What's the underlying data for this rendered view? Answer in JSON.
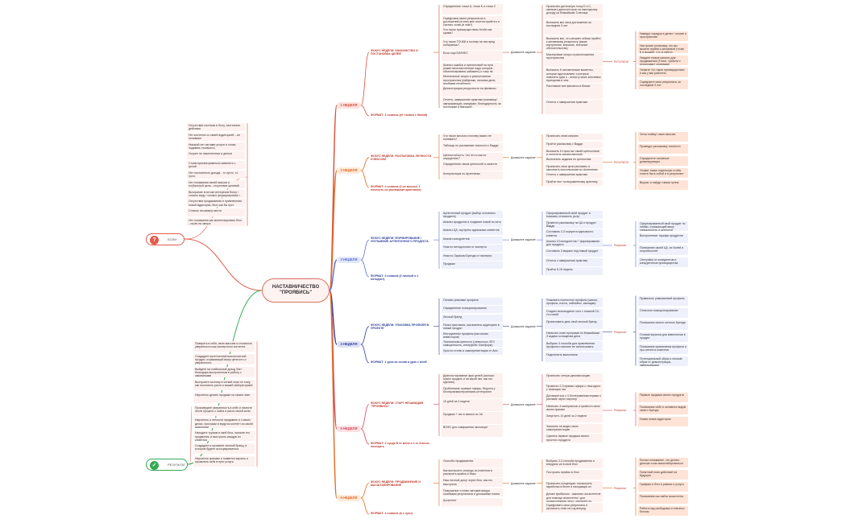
{
  "title": "НАСТАВНИЧЕСТВО \"ПРОЯВИСЬ\"",
  "colors": {
    "red": "#d94f3a",
    "orange": "#e06a1f",
    "blue": "#5a70d6",
    "darkblue": "#333fa0",
    "pink": "#d84a5a",
    "green": "#35a853"
  },
  "pain": {
    "label": "БОЛИ",
    "icon": "question-icon",
    "items": [
      "Отсутствие системы в быту, хаотичные действия",
      "Нет контента со своей аудиторией – не понимают",
      "Никакой нет заглави услуги и стоим подавать стоимость",
      "Скорее не накопленные и деньги",
      "Стоим присматриваться заменить с ценой",
      "Нет постоянного дохода - то пусто, то густо",
      "Нет понимания своей миссии и глобальной цели - отсутствие целевой действий",
      "Выгорание в потоке интересов блогу / сложно веду / сложно формулировать / неконцентрацию",
      "Отсутствие продвижения и привлечения новой аудитории, блог как бы пуст",
      "Сложно на камеру места",
      "Нет понимания как монетизировать блог - страх на запуск"
    ]
  },
  "result": {
    "label": "РЕЗУЛЬТАТ",
    "icon": "check-icon",
    "items": [
      "Поверить в себя, свою миссию и стоимость уверенности как экспертного контента",
      "Создадите аутентичный высокочистый продукт, отражающий вашу ценность и уверенность",
      "Выйдете на стабильный доход 30к+ благодаря выстроенным в работу с заказчиками",
      "Выстроите систему в четкий план по тому, как постоянно расти и вашей лабораторией",
      "Научитесь делать продажи на своем чеке",
      "Произведите уверенность в себе и начните нести процесс с сайта и расти своей силы",
      "Научитесь и легкости продавать и о своих делах, програми и ведутся контент из своей аудитории",
      "Находите туриам в свой блог, начните его продвигать и выстроить каждую из клиентов",
      "Создадите и проявите личный бренд, в котором будете ассоциироваться",
      "Научитесь красиво и появится звучать и проявлять себя в пути услуги"
    ]
  },
  "weeks": [
    {
      "label": "1 НЕДЕЛЯ",
      "color": "red",
      "focus": "ФОКУС НЕДЕЛИ: ЗНАКОМСТВО И ПОСТАНОВКА ЦЕЛЕЙ",
      "items": [
        "Определение точки А, точки Б и точки С",
        "Оцифровка своих результатов и достижений (в чем) мне хочется прийти к и считать точек (в чем?)",
        "Что такое преимуществать Ктобе как сумма?",
        "Что такое ТОЧКИ и почему на них вред побираешь?",
        "Блок ощи БИЗНЕС",
        "Анализ ошибок и препятствий на пути (какие многочисленные надо которые, объектизированы избавить) к тому не удалось прийти в точку Б",
        "Ментальные опоры и расположение пространства (лайфхаки, начиная дела, пробудив лечебного)",
        "Демонстрация ресурсности на финансы",
        "Отчеты, завершение практики (маникюр/завтракающих, мануфакт, благодарность за поступкам и будущее)"
      ],
      "hw_label": "Домашнее задание",
      "hw": [
        "Прописать детальную точку Б и С, записать деньги/сторон за ежегодному доходу за ближайшие 3 месяца",
        "Выписать все свои достижения за последние 5 лет",
        "Выписать все, что мешает сейчас прийти к желаемому результату (какие внутренние, внешние, внешние обстоятельства)",
        "Мастеровые опоры и расположения пространства",
        "Выписать 5 человеческие моменты, которые вдохновляют и которые помогать идти к - непосту моих ключевых принципов в чем",
        "Расставьте все финансы в ближе",
        "Отчеты о завершения практики"
      ],
      "res_label": "РЕЗУЛЬТАТ",
      "res": [
        "Наведут порядок в делах / голове и пространстве",
        "Настроите установку, что вы можете прийти к желаемой (точке Б и вышей), что и работу",
        "Увидите новые каналы для продвижения (Точки, «работа с ресурсами» уровнями)",
        "Узнаете «то такое преимущества» и как у вас работать",
        "Оцифруете свои результаты за последние 5 лет"
      ],
      "format": "ФОРМАТ: 2 созвона (в+ созвон с Ниной)"
    },
    {
      "label": "2 НЕДЕЛЯ",
      "color": "orange",
      "focus": "ФОКУС НЕДЕЛИ: РАСПАКОВКА ЛИЧНОСТИ И МИССИИ",
      "items": [
        "Что такое миссия и почему важно ее понимать?",
        "Таблицы по распаковке личности с Вадди",
        "Ценность/ность. Что это и как их определить?",
        "Определение своих ценностей и качеств",
        "Консультация по Архетипам"
      ],
      "hw_label": "Домашнее задание",
      "hw": [
        "Прописать свою миссию",
        "Пройти распаковку с Вадди",
        "Выписать 10 простых своей ценностями и отпустить дружественной",
        "Выполнить задания по ценностям",
        "Прописать свои цели рекламно и заполнить консультацию по Архетипам",
        "Отчеты о завершения практики",
        "Пройти тест по выраженному архетипу"
      ],
      "res_label": "РЕЗУЛЬТАТ",
      "res": [
        "Четко поймут свою миссию",
        "Проведут распаковку личности",
        "Определите основные доминирующих",
        "Узнают также отдельную чтобы хотите быть собой и в результате",
        "Выучат и найдут своим путем"
      ],
      "format": "ФОРМАТ: 4 созвона (2 по миссии, 1 личность по распаковке архетипов)"
    },
    {
      "label": "3 НЕДЕЛЯ",
      "color": "blue",
      "focus": "ФОКУС НЕДЕЛИ: ФОРМИРОВАНИЕ / УЛУЧШЕНИЕ АУТЕНТИЧНОГО ПРОДУКТА",
      "items": [
        "Аутентичный продукт (выбор основного продукта)",
        "Анализ продуктов и создание новой по сети",
        "Анализ ЦА, портреты идеальных клиентов",
        "Анализ конкурентов",
        "Упак по методологии от эксперта",
        "Упак по Окрасам Бренда от эксперта",
        "Продажи"
      ],
      "hw_label": "Домашнее задание",
      "hw": [
        "Сформированный свой продукт и показать стоимость услуг",
        "Провести распаковку на ЦА и продукт Вадди",
        "Составить 2-3 портрета идеального клиента",
        "Анализ 10 конкурентов + формирование для продукта",
        "Составить 3 ведомо под новый продукт",
        "Отчеты о завершения практики",
        "Пройти 5-15 недели"
      ],
      "res_label": "Результат",
      "res": [
        "Сформированный свой продукт по любви, отражающий вашу уникальность и ценности",
        "Выстроенные тарифы продуктов",
        "Понимание своей ЦА, их болей и потребностей",
        "Отстройка от конкурентов и конкурентные преимущества"
      ],
      "format": "ФОРМАТ: 3 созвона (2 личный и 1 методист)"
    },
    {
      "label": "4 НЕДЕЛЯ",
      "color": "darkblue",
      "focus": "ФОКУС НЕДЕЛИ: УПАКОВКА ПРОФИЛЯ В ПРОЕКТЕ",
      "items": [
        "Основы упаковки профиля",
        "Определение позиционирования",
        "Личный бренд",
        "Поиск пригласия, как вовлечь аудиторию в новый продукт",
        "Инструменты профиля (как искать инвесторов)",
        "Техническая ценность (гиперссыл, ВТЗ самоценность, интерфейс платформ)",
        "Урок по стилю и самопрезентации от Ани"
      ],
      "hw_label": "Домашнее задание",
      "hw": [
        "Упаковать полностью профиль (шапка, профиль, посты, хайлайты, закладки)",
        "Создать высокодатое хост с поиской 10-ти статей",
        "Прописывать дать свой личный бренд",
        "Написать план программ по ближайшим 3 задачи оснащения дела",
        "Выбрать 3 способа для привлечения профиля и миссию ее использовать",
        "Подключить выполнили"
      ],
      "res_label": "Результат",
      "res": [
        "Правильно упакованный профиль",
        "Отличное позиционирование",
        "Понимание своего личного бренда",
        "Готовая воронка для вовлечения в продукт",
        "Понимание применения профиля и про агента в клиентов",
        "Потенциальный образ и личный образ от демонстрации, завершающем"
      ],
      "format": "ФОРМАТ: 1 урок по основ и урок с Аней"
    },
    {
      "label": "5 НЕДЕЛЯ",
      "color": "pink",
      "focus": "ФОКУС НЕДЕЛИ: СТАРТ НЕЗАВИДИМ \"ПРОЯВИСЬ\"",
      "items": [
        "Диагностирование фри целей (сколько нужно продать и на какой чек, как это сделать)",
        "Проблемина: прямые эфиры, берутся у блогеров/мастеров/мини-интегрален",
        "10 дней за 4 недели",
        "Продажи + чек в записи по ЗА",
        "ВОФС для совершения эксплицит"
      ],
      "hw_label": "Домашнее задание",
      "hw": [
        "Прописать четкую декомпозицию",
        "Провести 2-3 прямых эфира о «выгодно» с помощью экс",
        "Договориться с 3 блогерами/мастерами о рекламе через партнер",
        "Написать 4 материалов и провести свою жизнь прямые",
        "Запустить 10 дней за 2 недели",
        "Записать на видео свою самопрезентацию",
        "Сделать первые продажи своего простого продукта"
      ],
      "res_label": "Результат",
      "res": [
        "Первые продажи своего продукта",
        "Понимание себе и основных видов своего бренда",
        "Новая новая аудитория"
      ],
      "format": "ФОРМАТ: 2 сунда В от меня и 1 от Ангеля посещать"
    },
    {
      "label": "6 НЕДЕЛЯ",
      "color": "orange",
      "focus": "ФОКУС НЕДЕЛИ: ПРОДВИЖЕНИЕ И МАСШТАБИРОВАНИЕ",
      "items": [
        "Способы продвижения",
        "Как выстроить очередь из клиентов в расписать прайса и базы",
        "Наш личный досуг через блог, как его выстроить",
        "Повышение чтотам: автоматизация ошибками результатов и донашибки плана",
        "Ассистент"
      ],
      "hw_label": "Домашнее задание",
      "hw": [
        "Выбрать 2-3 способа продвижения и внедрять их в свой блог",
        "Построить прайсы в блог",
        "Прописать концепцию: посмотреть заработка в блоге и находящих их",
        "Делаю прибылью - накопить ассистентов для помощи ассистента / для осуществления этого, смотрите их",
        "Оцифровать свои результаты и прописать план на год вперед"
      ],
      "res_label": "Результат",
      "res": [
        "Логика понимание, что делать дальше и как масштабироваться",
        "Понятный план действий на будущее",
        "Графики и блог в рамках и услуги",
        "Понимание как найти ассистента",
        "Работа над свободным и пленных блогом"
      ],
      "format": "ФОРМАТ: 4 созвона (в с лусч)"
    }
  ]
}
